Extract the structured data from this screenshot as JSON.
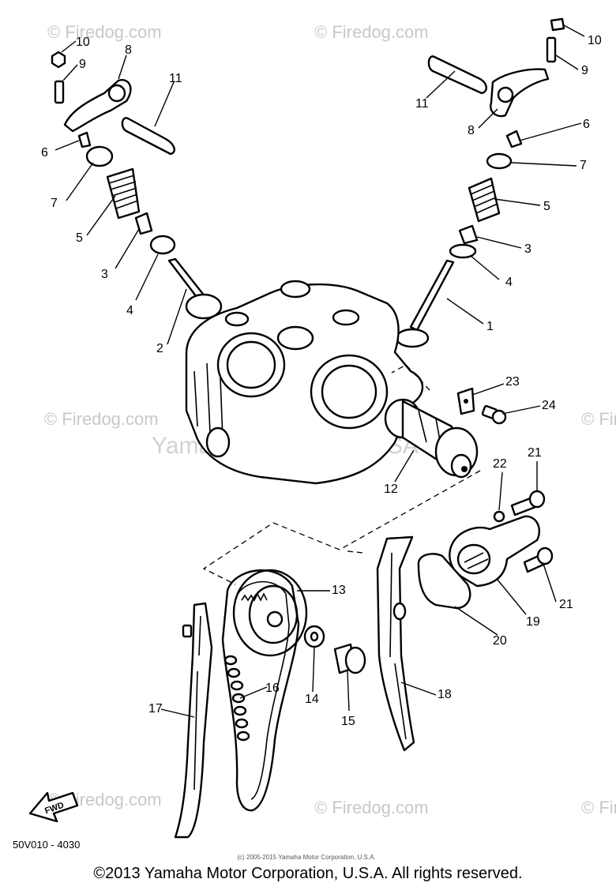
{
  "watermarks": {
    "brand": "© Firedog.com",
    "center_text": "Yamaha Motor Corp USA"
  },
  "diagram_ref": "50V010 - 4030",
  "fwd_label": "FWD",
  "small_copyright": "(c) 2005-2015 Yamaha Motor Corporation, U.S.A.",
  "footer": "©2013 Yamaha Motor Corporation, U.S.A. All rights reserved.",
  "callouts": {
    "c10l": "10",
    "c9l": "9",
    "c8l": "8",
    "c11l": "11",
    "c6l": "6",
    "c7l": "7",
    "c5l": "5",
    "c3l": "3",
    "c4l": "4",
    "c2": "2",
    "c10r": "10",
    "c9r": "9",
    "c11r": "11",
    "c8r": "8",
    "c6r": "6",
    "c7r": "7",
    "c5r": "5",
    "c3r": "3",
    "c4r": "4",
    "c1": "1",
    "c23": "23",
    "c24": "24",
    "c12": "12",
    "c22": "22",
    "c21a": "21",
    "c21b": "21",
    "c13": "13",
    "c19": "19",
    "c20": "20",
    "c14": "14",
    "c15": "15",
    "c16": "16",
    "c17": "17",
    "c18": "18"
  }
}
